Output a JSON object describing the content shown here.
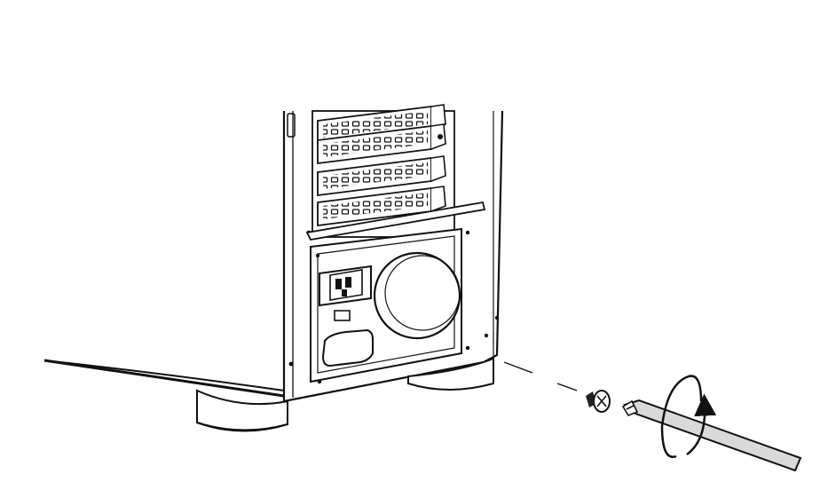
{
  "diagram": {
    "caption": "",
    "colors": {
      "line": "#111111",
      "fill": "#ffffff",
      "shade": "#d9d9d9",
      "dark": "#222222"
    },
    "parts": [
      {
        "id": "computer-case",
        "label": ""
      },
      {
        "id": "expansion-slots",
        "label": ""
      },
      {
        "id": "power-supply",
        "label": ""
      },
      {
        "id": "case-screw",
        "label": ""
      },
      {
        "id": "screwdriver",
        "label": ""
      },
      {
        "id": "rotation-arrow",
        "label": ""
      }
    ]
  }
}
